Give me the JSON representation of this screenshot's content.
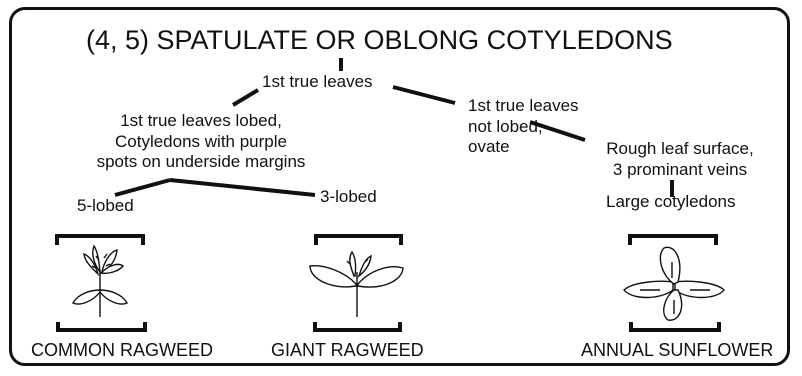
{
  "title": "(4, 5) SPATULATE OR OBLONG COTYLEDONS",
  "nodes": {
    "root": "1st true leaves",
    "lobed": "1st true leaves lobed,\nCotyledons with purple\nspots on underside margins",
    "not_lobed": "1st true leaves\nnot lobed,\novate",
    "rough": "Rough leaf surface,\n3 prominant veins",
    "large_cot": "Large cotyledons",
    "five_lobed": "5-lobed",
    "three_lobed": "3-lobed"
  },
  "species": {
    "common_ragweed": "COMMON RAGWEED",
    "giant_ragweed": "GIANT RAGWEED",
    "annual_sunflower": "ANNUAL SUNFLOWER"
  },
  "colors": {
    "ink": "#111111",
    "background": "#ffffff"
  },
  "icons": [
    "common-ragweed-seedling-icon",
    "giant-ragweed-seedling-icon",
    "annual-sunflower-seedling-icon"
  ]
}
